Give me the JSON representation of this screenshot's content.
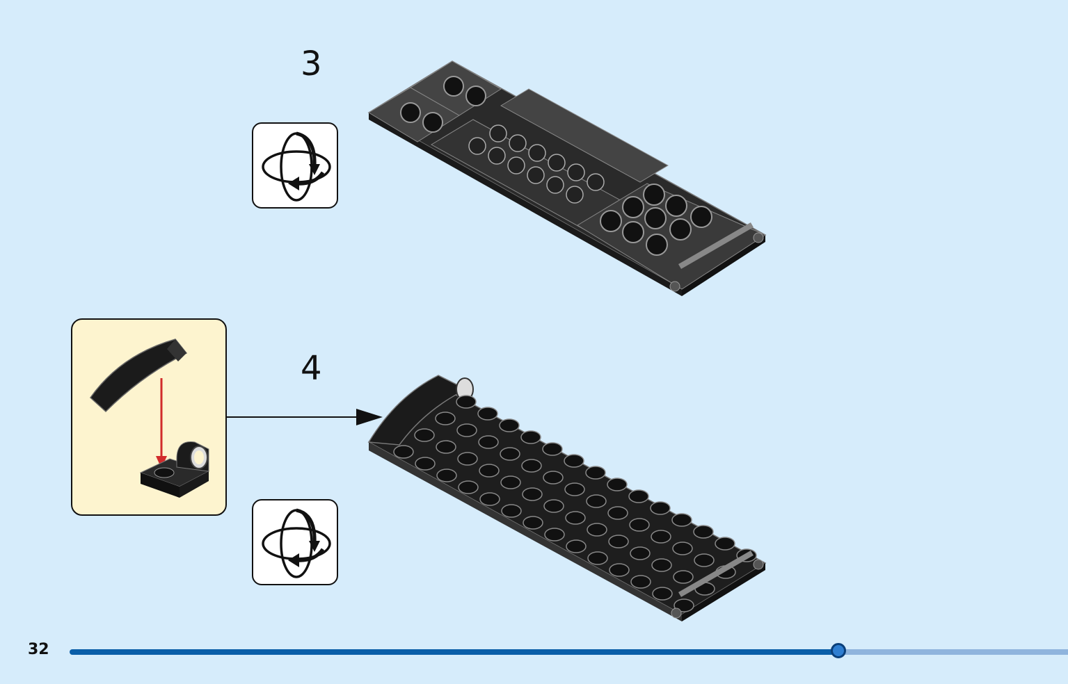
{
  "steps": [
    {
      "number": "3",
      "rotate_icon": "rotate-model-icon"
    },
    {
      "number": "4",
      "rotate_icon": "rotate-model-icon"
    }
  ],
  "page": {
    "number": "32",
    "progress": 0.77
  },
  "colors": {
    "background": "#d6ecfb",
    "callout": "#fdf4cf",
    "brick": "#1b1b1b",
    "plate_dark": "#3a3a3a",
    "progress_fill": "#0a5ea8",
    "progress_rest": "#8fb4dd",
    "arrow_red": "#d12b2b"
  }
}
